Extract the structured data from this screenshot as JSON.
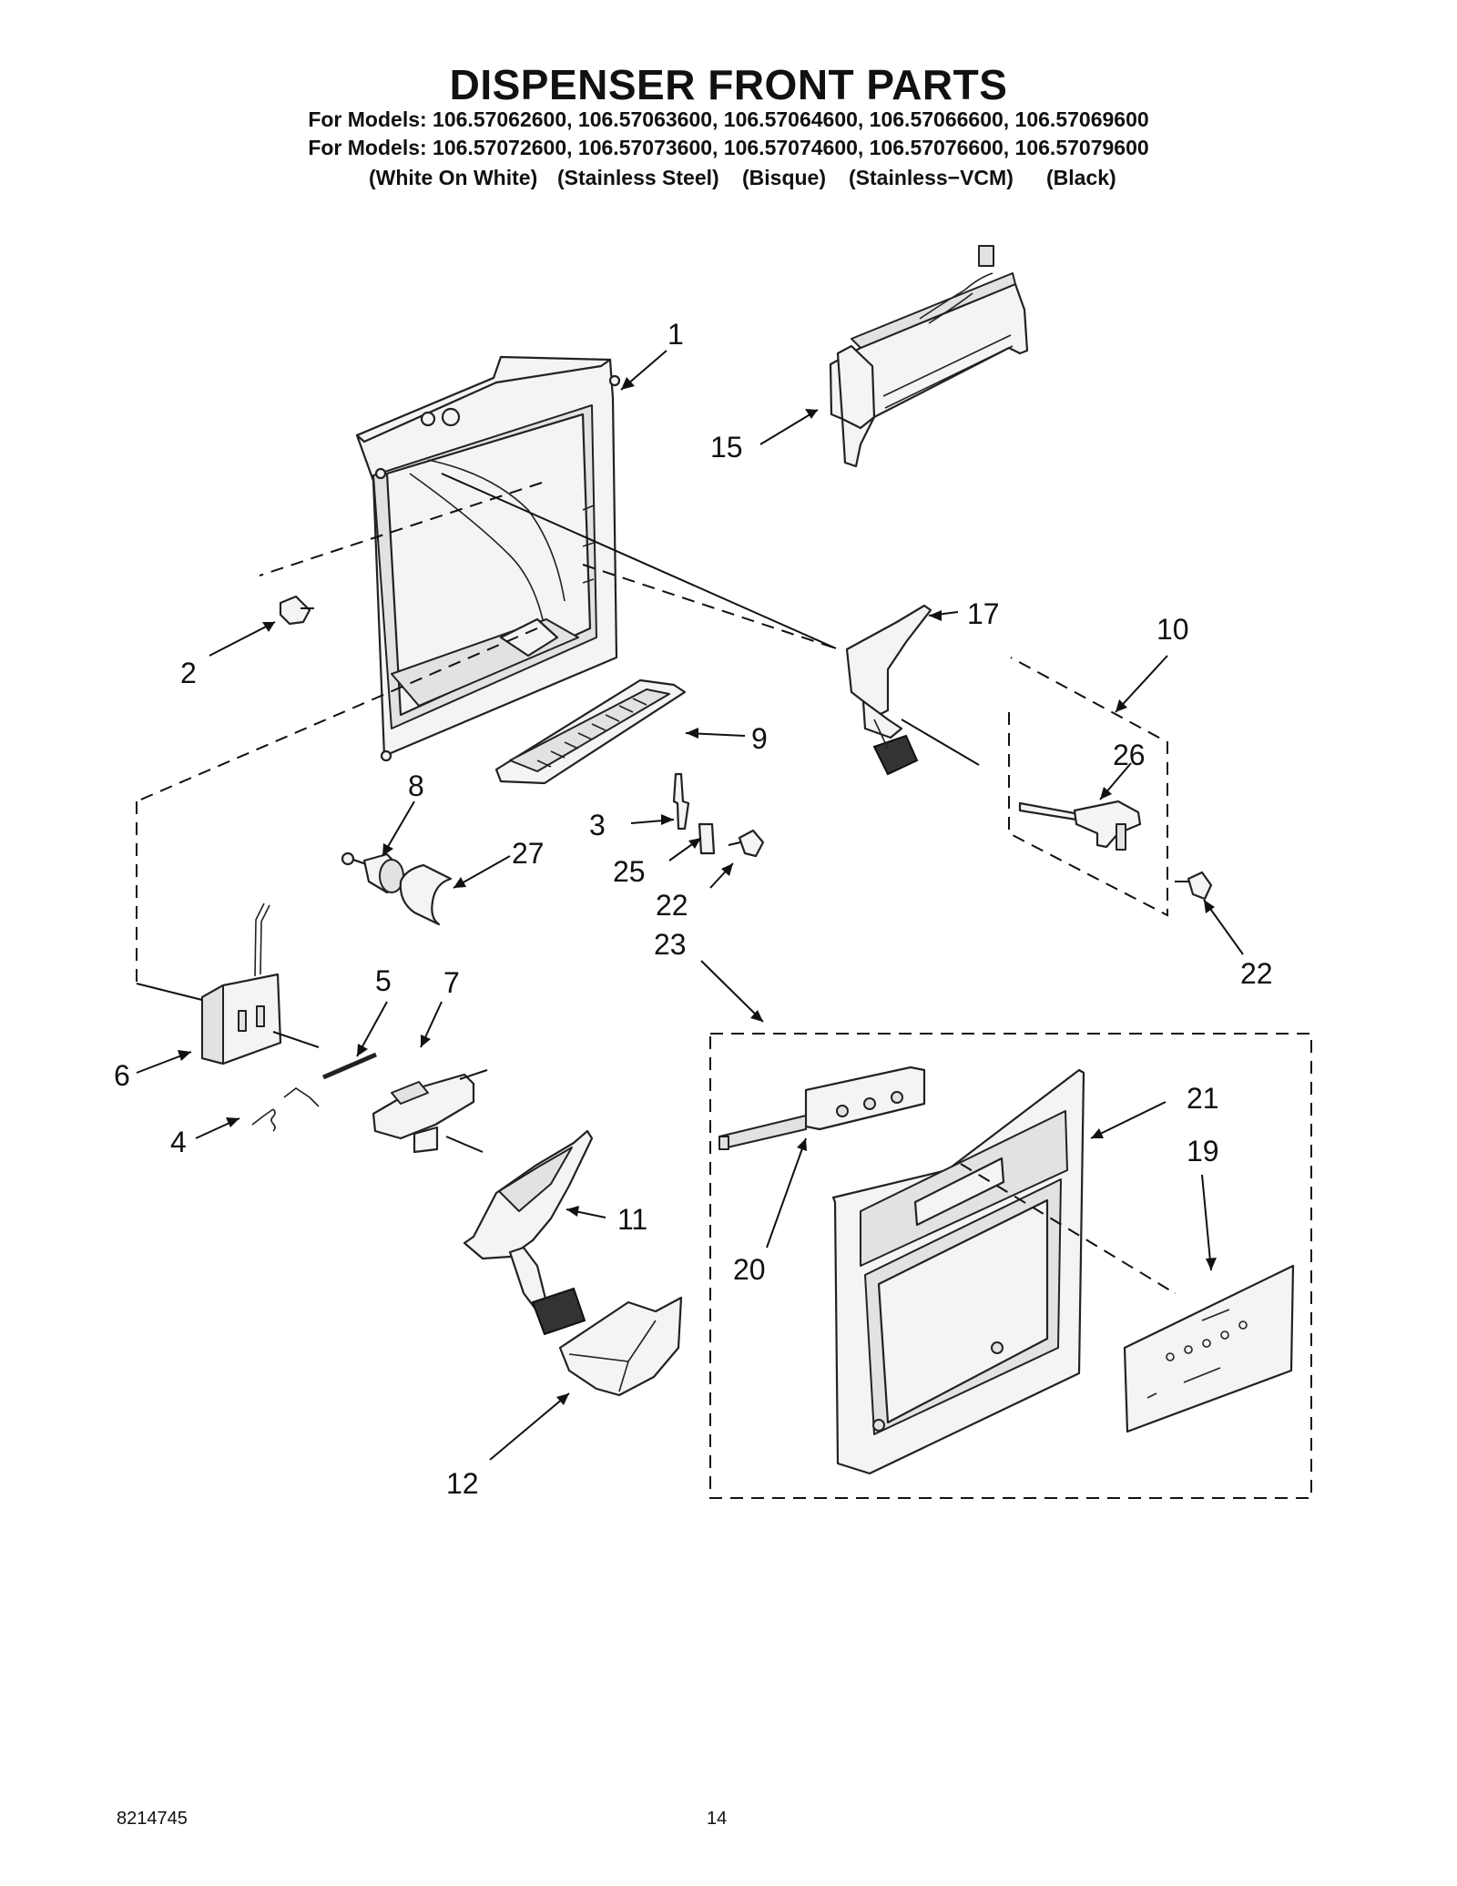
{
  "header": {
    "title": "DISPENSER FRONT PARTS",
    "models_line_1": "For Models: 106.57062600, 106.57063600, 106.57064600, 106.57066600, 106.57069600",
    "models_line_2": "For Models: 106.57072600, 106.57073600, 106.57074600, 106.57076600, 106.57079600",
    "variants": [
      "(White On White)",
      "(Stainless Steel)",
      "(Bisque)",
      "(Stainless−VCM)",
      "(Black)"
    ]
  },
  "callouts": {
    "c1": "1",
    "c2": "2",
    "c3": "3",
    "c4": "4",
    "c5": "5",
    "c6": "6",
    "c7": "7",
    "c8": "8",
    "c9": "9",
    "c10": "10",
    "c11": "11",
    "c12": "12",
    "c15": "15",
    "c17": "17",
    "c19": "19",
    "c20": "20",
    "c21": "21",
    "c22a": "22",
    "c22b": "22",
    "c23": "23",
    "c25": "25",
    "c26": "26",
    "c27": "27"
  },
  "footer": {
    "doc_number": "8214745",
    "page_number": "14"
  }
}
